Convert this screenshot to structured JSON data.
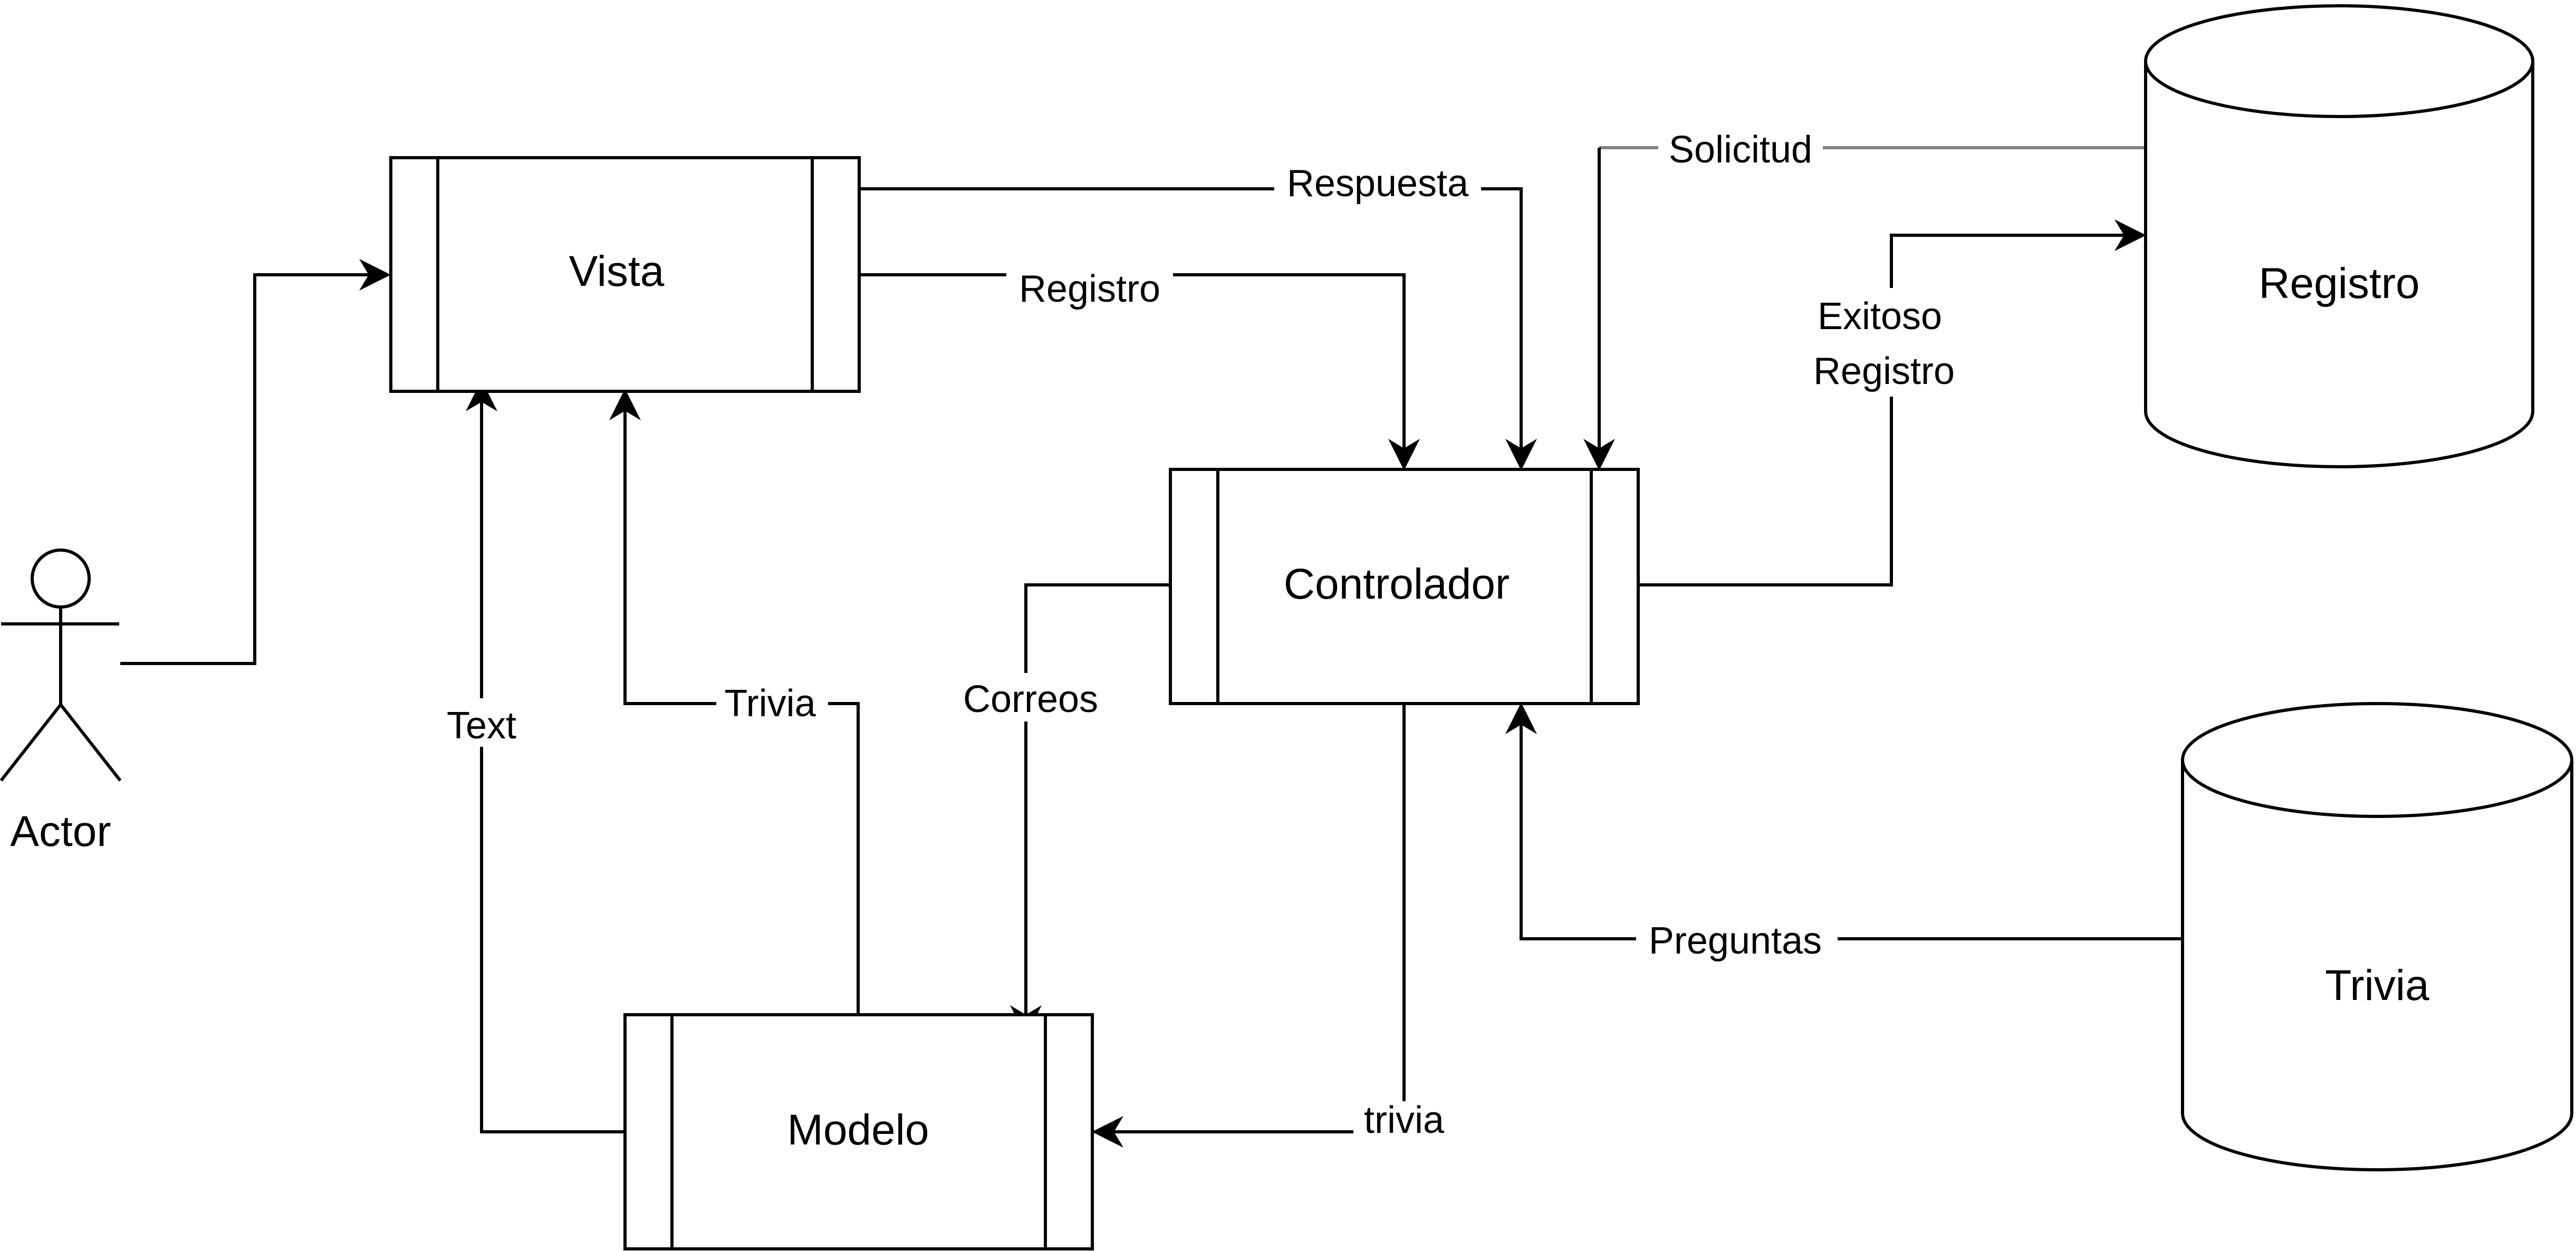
{
  "diagram": {
    "actor": {
      "label": "Actor"
    },
    "nodes": {
      "vista": "Vista",
      "controlador": "Controlador",
      "modelo": "Modelo",
      "registro_db": "Registro",
      "trivia_db": "Trivia"
    },
    "edges": {
      "respuesta": "Respuesta",
      "registro": "Registro",
      "solicitud": "Solicitud",
      "exitoso_line1": "Exitoso",
      "exitoso_line2": "Registro",
      "text": "Text",
      "trivia_to_vista": "Trivia",
      "correos": "Correos",
      "preguntas": "Preguntas",
      "trivia_to_modelo": "trivia"
    }
  }
}
